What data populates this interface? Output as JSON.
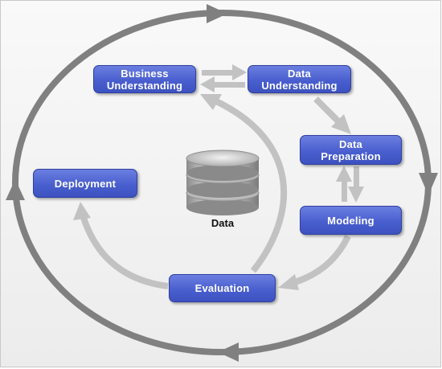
{
  "nodes": {
    "business_understanding": "Business\nUnderstanding",
    "data_understanding": "Data\nUnderstanding",
    "data_preparation": "Data\nPreparation",
    "modeling": "Modeling",
    "evaluation": "Evaluation",
    "deployment": "Deployment"
  },
  "database_label": "Data",
  "colors": {
    "node_fill": "#4a5fcf",
    "node_border": "#2f3fa0",
    "outer_cycle": "#808080",
    "inner_arrows": "#c2c2c2"
  }
}
